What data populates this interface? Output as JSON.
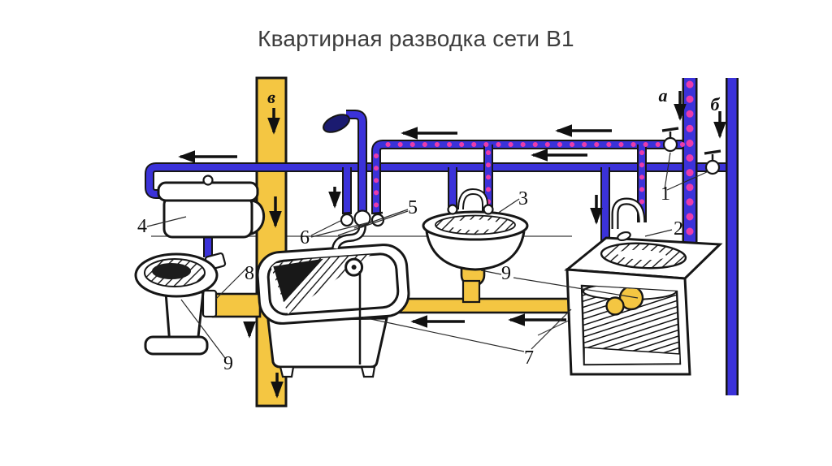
{
  "title": "Квартирная разводка сети В1",
  "colors": {
    "cold_pipe": "#3b32d9",
    "hot_dots": "#ea3cab",
    "sewer_pipe": "#f4c642",
    "outline": "#161616",
    "title_text": "#3d3d3d"
  },
  "risers": {
    "hot_label": "а",
    "cold_label": "б",
    "sewer_label": "в"
  },
  "callouts": {
    "n1": "1",
    "n2": "2",
    "n3": "3",
    "n4": "4",
    "n5": "5",
    "n6": "6",
    "n7": "7",
    "n8": "8",
    "n9_sink": "9",
    "n9_toilet": "9"
  }
}
